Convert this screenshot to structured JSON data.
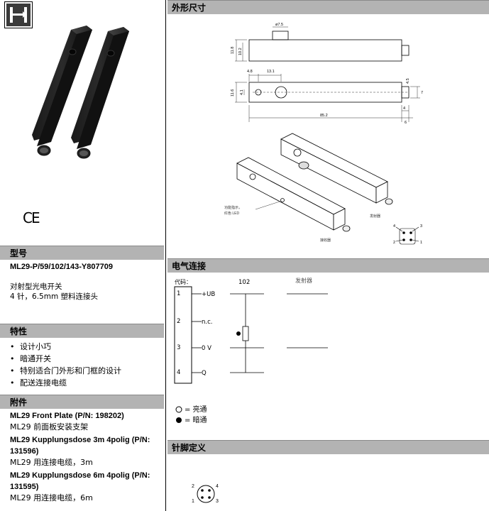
{
  "left": {
    "logo_icon": "sensor-type-icon",
    "ce_mark": "CE",
    "model_section": {
      "title": "型号",
      "model_number": "ML29-P/59/102/143-Y807709",
      "description": [
        "对射型光电开关",
        "4 针，6.5mm 塑料连接头"
      ]
    },
    "features_section": {
      "title": "特性",
      "items": [
        "设计小巧",
        "暗通开关",
        "特别适合门外形和门框的设计",
        "配送连接电缆"
      ]
    },
    "accessories_section": {
      "title": "附件",
      "items": [
        {
          "title": "ML29 Front Plate (P/N: 198202)",
          "subtitle": "ML29 前面板安装支架"
        },
        {
          "title": "ML29 Kupplungsdose 3m 4polig (P/N: 131596)",
          "subtitle": "ML29 用连接电缆，3m"
        },
        {
          "title": "ML29 Kupplungsdose 6m 4polig (P/N: 131595)",
          "subtitle": "ML29 用连接电缆，6m"
        }
      ]
    }
  },
  "right": {
    "dimensions_section": {
      "title": "外形尺寸",
      "labels": {
        "d1": "ø7.5",
        "d2": "11.8",
        "d3": "10.2",
        "d4": "4.8",
        "d5": "13.1",
        "d6": "11.6",
        "d7": "4.1",
        "d8": "4.5",
        "d9": "7",
        "d10": "4",
        "d11": "85.2",
        "d12": "6",
        "led_label_1": "功能指示，",
        "led_label_2": "红色 LED",
        "emitter": "发射器",
        "receiver": "接收器",
        "pin_1": "1",
        "pin_2": "2",
        "pin_3": "3",
        "pin_4": "4"
      }
    },
    "electrical_section": {
      "title": "电气连接",
      "code_label": "代码：",
      "receiver_code": "102",
      "emitter_label": "发射器",
      "pins": [
        {
          "num": "1",
          "label": "+UB"
        },
        {
          "num": "2",
          "label": "n.c."
        },
        {
          "num": "3",
          "label": "0 V"
        },
        {
          "num": "4",
          "label": "Q"
        }
      ],
      "legend": [
        {
          "symbol": "○",
          "text": "= 亮通"
        },
        {
          "symbol": "●",
          "text": "= 暗通"
        }
      ]
    },
    "pinout_section": {
      "title": "针脚定义",
      "pins": [
        "2",
        "4",
        "1",
        "3"
      ]
    }
  }
}
